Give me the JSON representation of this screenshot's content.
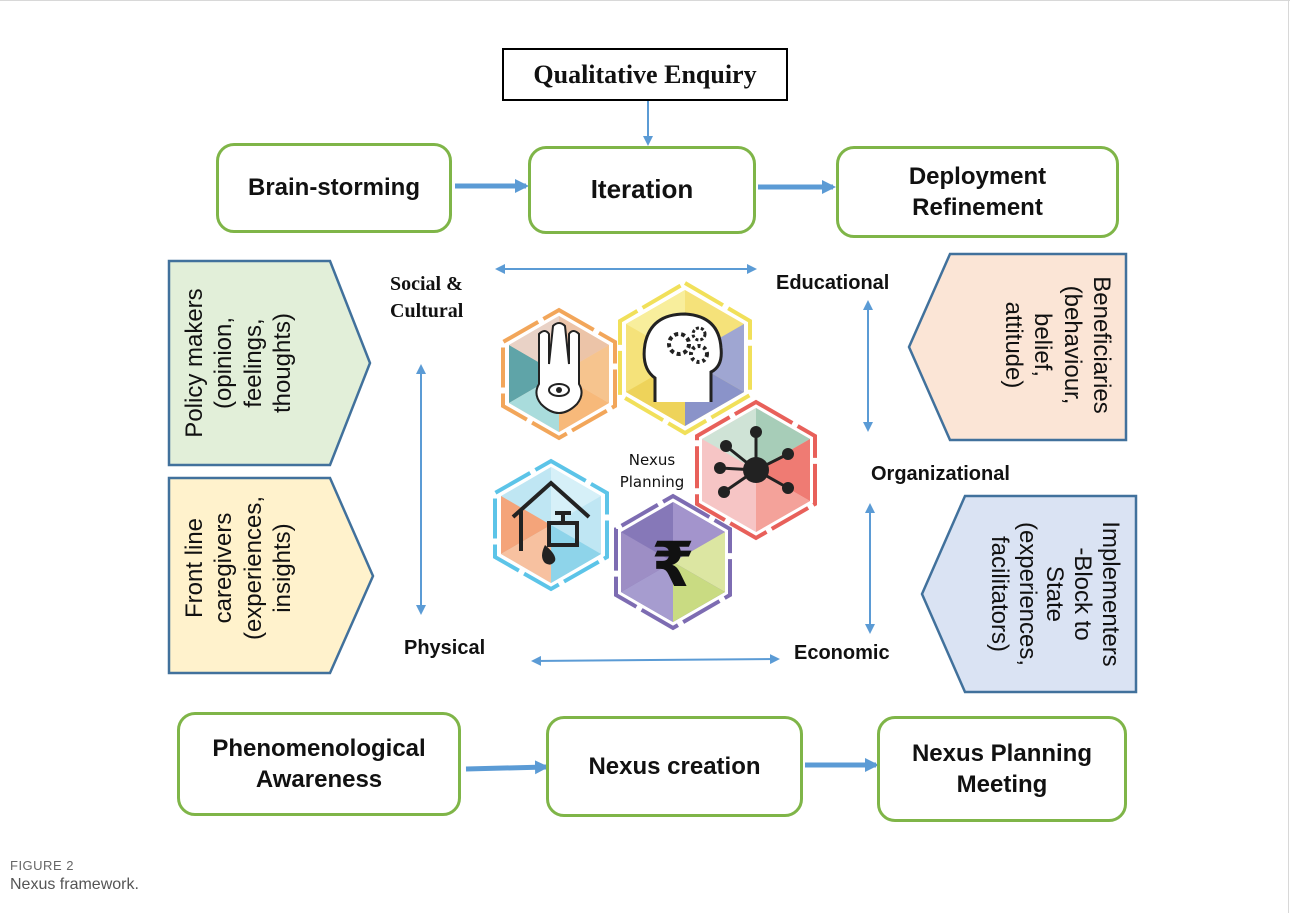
{
  "title": "Qualitative Enquiry",
  "process_top": {
    "brainstorming": "Brain-storming",
    "iteration": "Iteration",
    "deployment_line1": "Deployment",
    "deployment_line2": "Refinement"
  },
  "process_bottom": {
    "phenomenological_line1": "Phenomenological",
    "phenomenological_line2": "Awareness",
    "nexus_creation": "Nexus creation",
    "meeting_line1": "Nexus Planning",
    "meeting_line2": "Meeting"
  },
  "dimensions": {
    "social_line1": "Social &",
    "social_line2": "Cultural",
    "educational": "Educational",
    "organizational": "Organizational",
    "physical": "Physical",
    "economic": "Economic"
  },
  "center": {
    "line1": "Nexus",
    "line2": "Planning"
  },
  "stakeholders": {
    "policy": [
      "Policy makers",
      "(opinion,",
      "feelings,",
      "thoughts)"
    ],
    "frontline": [
      "Front line",
      "caregivers",
      "(experiences,",
      "insights)"
    ],
    "beneficiaries": [
      "Beneficiaries",
      "(behaviour,",
      "belief,",
      "attitude)"
    ],
    "implementers": [
      "Implementers",
      "-Block to",
      "State",
      "(experiences,",
      "facilitators)"
    ]
  },
  "rupee_symbol": "₹",
  "caption": {
    "label": "FIGURE 2",
    "text": "Nexus framework."
  },
  "colors": {
    "green_border": "#7fb548",
    "arrow_blue": "#5b9bd5",
    "policy_fill": "#e2efd9",
    "frontline_fill": "#fff2cc",
    "beneficiaries_fill": "#fbe5d6",
    "implementers_fill": "#dae3f3",
    "pentagon_border": "#41719c"
  },
  "icons": [
    "hamsa-icon",
    "brain-gears-icon",
    "network-icon",
    "house-tap-icon",
    "rupee-icon"
  ]
}
